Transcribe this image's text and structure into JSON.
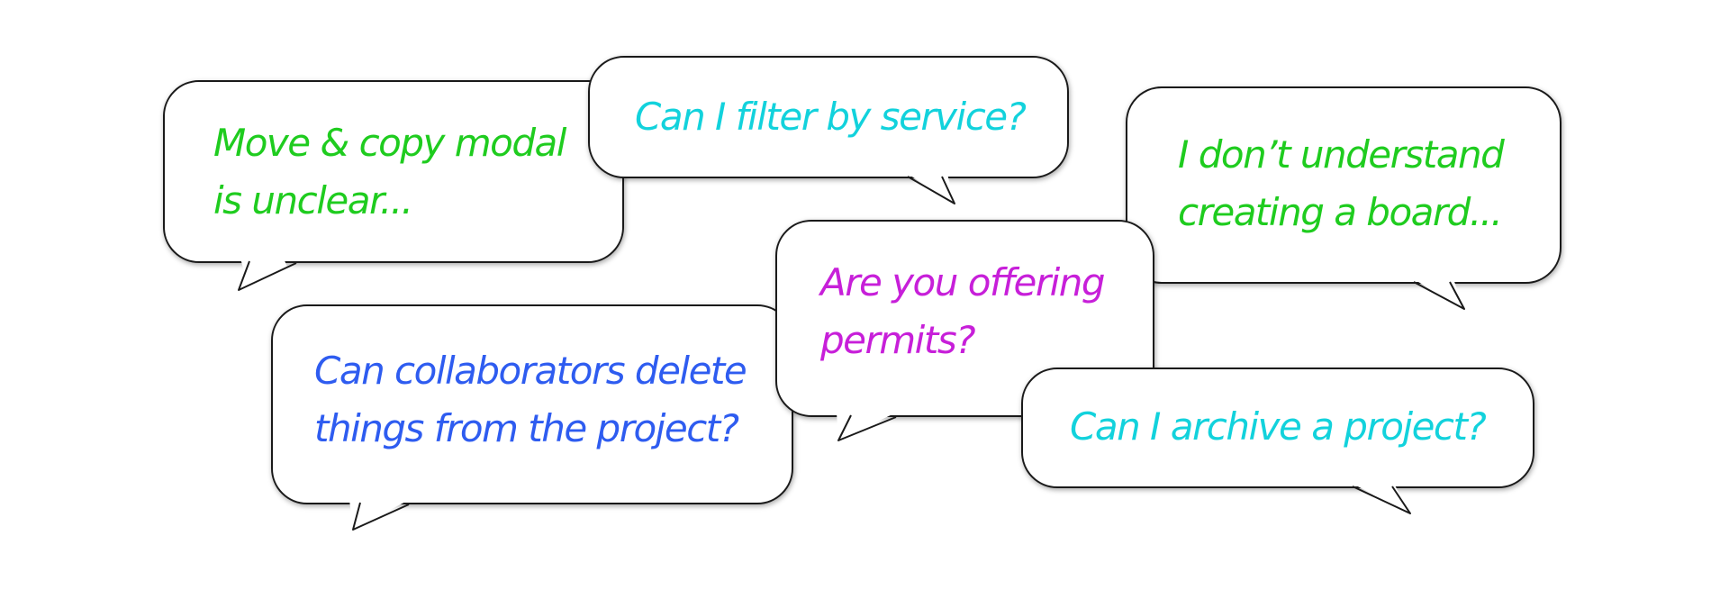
{
  "bubbles": [
    {
      "text": "Move & copy modal\nis unclear...",
      "color": "#1fcc1f"
    },
    {
      "text": "Can I filter by service?",
      "color": "#12d2dc"
    },
    {
      "text": "I don’t understand\ncreating a board...",
      "color": "#1fcc1f"
    },
    {
      "text": "Can collaborators delete\nthings from the project?",
      "color": "#2e5cf0"
    },
    {
      "text": "Are you offering\npermits?",
      "color": "#c71fd9"
    },
    {
      "text": "Can I archive a project?",
      "color": "#12d2dc"
    }
  ]
}
